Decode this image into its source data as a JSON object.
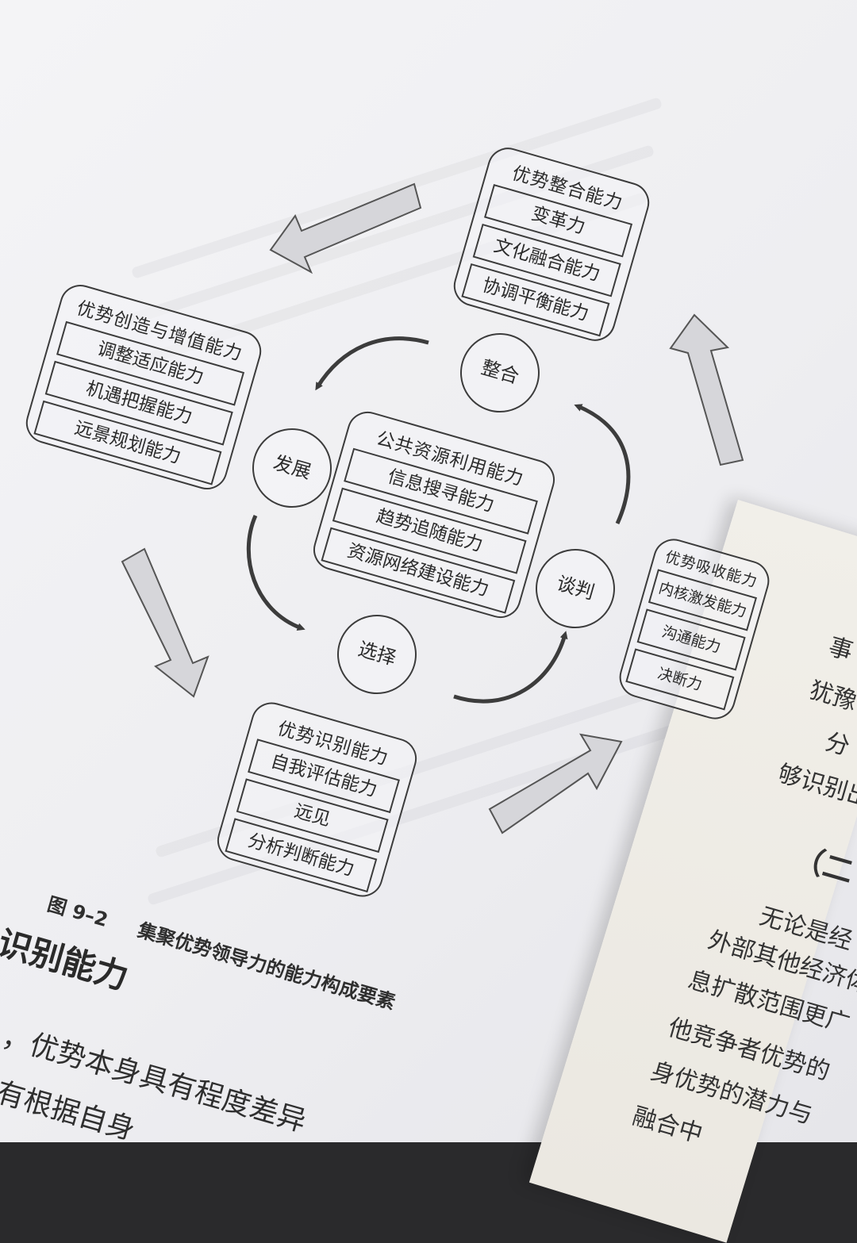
{
  "diagram": {
    "groups": {
      "integration": {
        "title": "优势整合能力",
        "items": [
          "变革力",
          "文化融合能力",
          "协调平衡能力"
        ]
      },
      "creation": {
        "title": "优势创造与增值能力",
        "items": [
          "调整适应能力",
          "机遇把握能力",
          "远景规划能力"
        ]
      },
      "public": {
        "title": "公共资源利用能力",
        "items": [
          "信息搜寻能力",
          "趋势追随能力",
          "资源网络建设能力"
        ]
      },
      "absorption": {
        "title": "优势吸收能力",
        "items": [
          "内核激发能力",
          "沟通能力",
          "决断力"
        ]
      },
      "identification": {
        "title": "优势识别能力",
        "items": [
          "自我评估能力",
          "远见",
          "分析判断能力"
        ]
      }
    },
    "stages": {
      "integrate": "整合",
      "develop": "发展",
      "negotiate": "谈判",
      "select": "选择"
    }
  },
  "caption": {
    "number": "图 9–2",
    "title": "集聚优势领导力的能力构成要素"
  },
  "section_heading": "识别能力",
  "body_lines": [
    "，优势本身具有程度差异",
    "有根据自身"
  ],
  "right_page": {
    "fragments": [
      "事",
      "犹豫",
      "分",
      "够识别出",
      "（二",
      "无论是经",
      "外部其他经济体",
      "息扩散范围更广",
      "他竞争者优势的",
      "身优势的潜力与",
      "融合中"
    ]
  },
  "colors": {
    "ink": "#3c3c3c",
    "arrow_fill": "#d6d6da",
    "paper": "#f0f0f3"
  }
}
